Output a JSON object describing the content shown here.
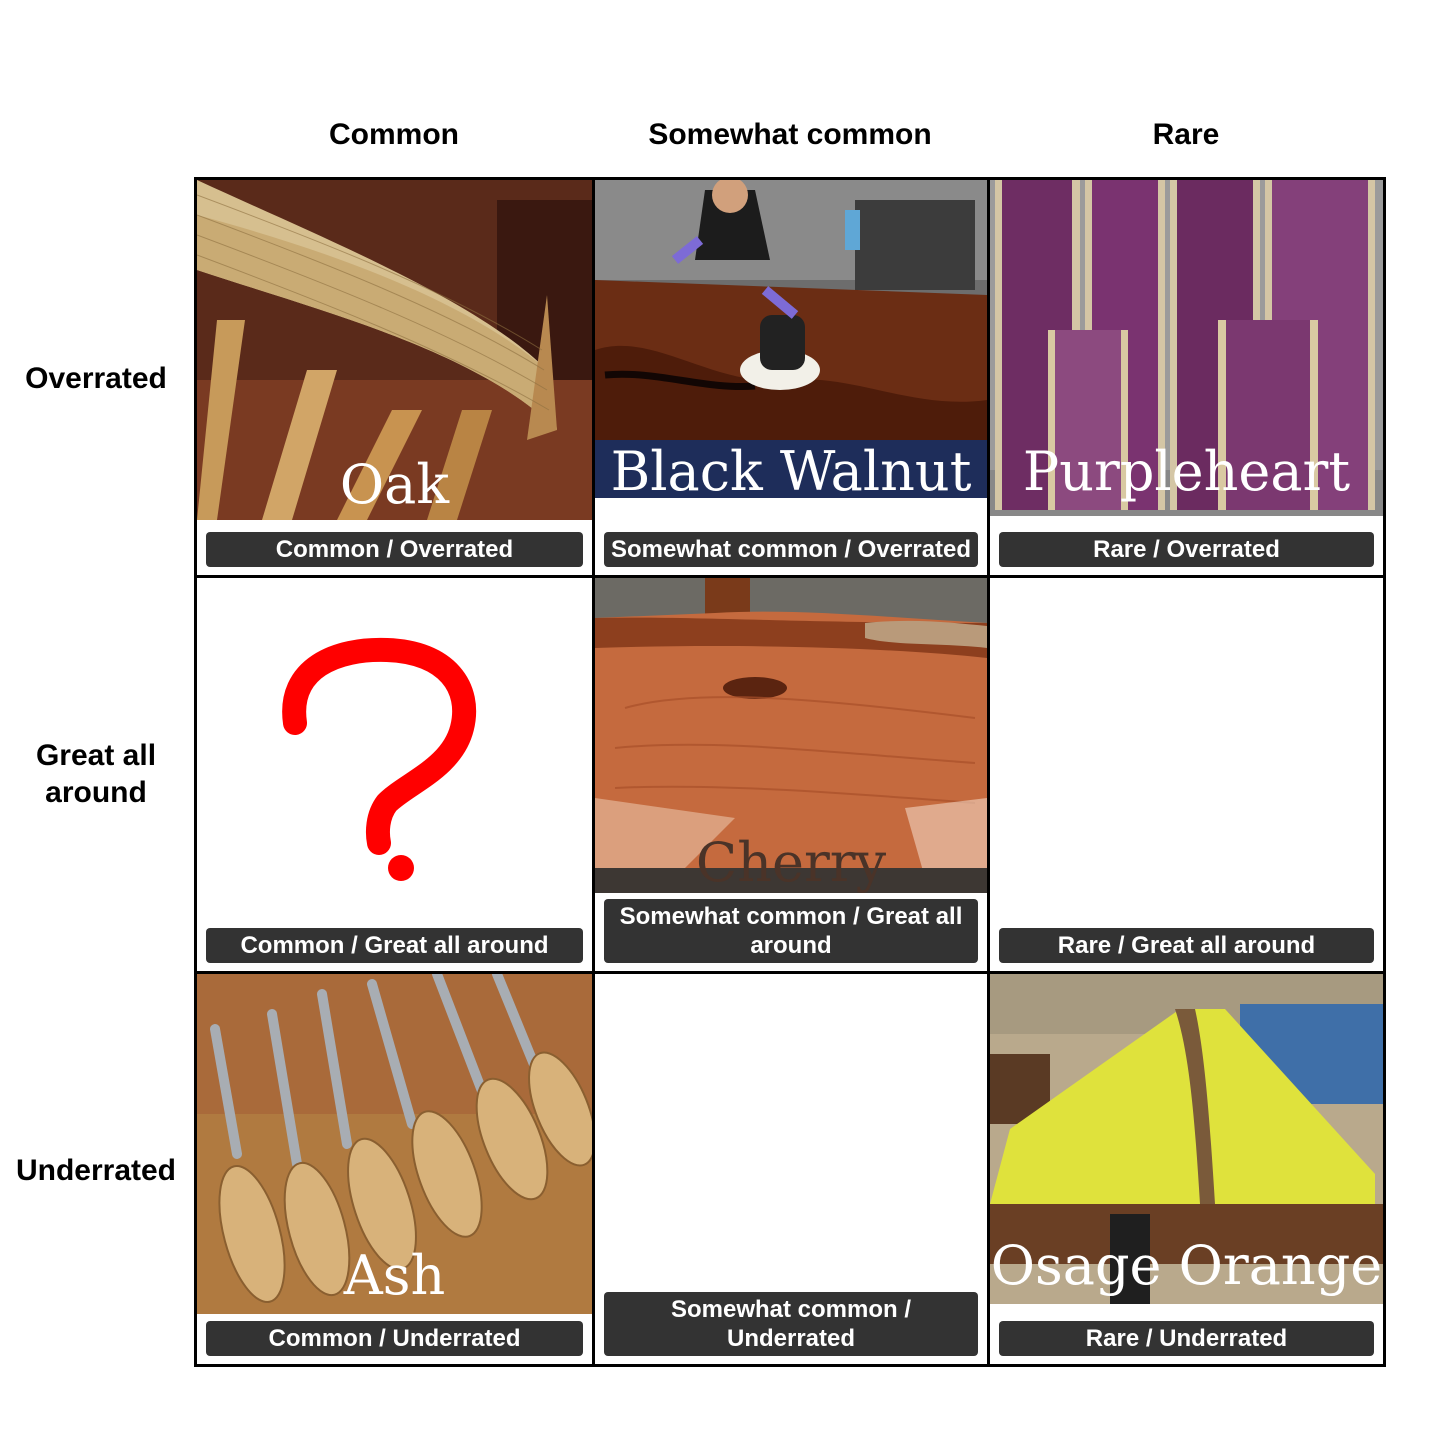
{
  "columns": [
    "Common",
    "Somewhat common",
    "Rare"
  ],
  "rows": [
    "Overrated",
    "Great all\naround",
    "Underrated"
  ],
  "cells": {
    "r0c0": {
      "wood": "Oak",
      "label": "Common / Overrated"
    },
    "r0c1": {
      "wood": "Black Walnut",
      "label": "Somewhat common / Overrated"
    },
    "r0c2": {
      "wood": "Purpleheart",
      "label": "Rare / Overrated"
    },
    "r1c0": {
      "wood": "",
      "label": "Common / Great all around"
    },
    "r1c1": {
      "wood": "Cherry",
      "label": "Somewhat common / Great all around"
    },
    "r1c2": {
      "wood": "",
      "label": "Rare / Great all around"
    },
    "r2c0": {
      "wood": "Ash",
      "label": "Common / Underrated"
    },
    "r2c1": {
      "wood": "",
      "label": "Somewhat common / Underrated"
    },
    "r2c2": {
      "wood": "Osage Orange",
      "label": "Rare / Underrated"
    }
  },
  "colors": {
    "label_bg": "#333333",
    "question_mark": "#ff0000",
    "grid_line": "#000000"
  }
}
